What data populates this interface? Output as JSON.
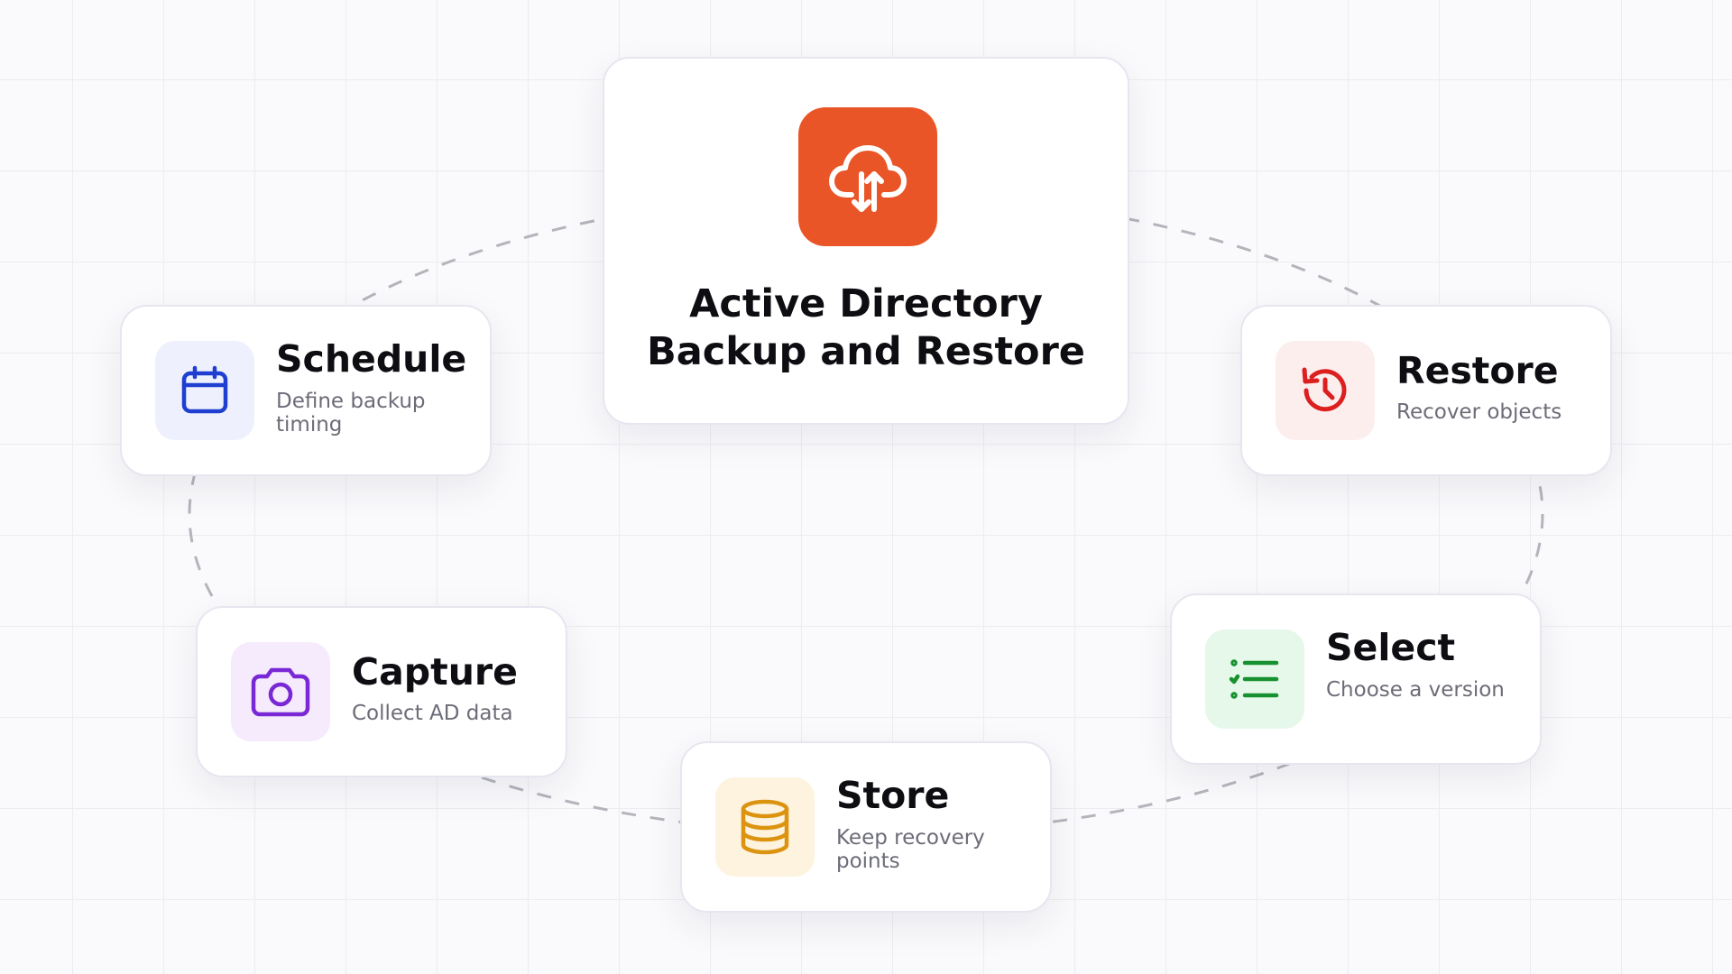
{
  "center": {
    "title": "Active Directory\nBackup and Restore",
    "icon": "cloud-sync-icon",
    "color": "#ea5527"
  },
  "steps": [
    {
      "id": "schedule",
      "title": "Schedule",
      "description": "Define backup timing",
      "icon": "calendar-icon",
      "accent": "#1f3fd1",
      "tile_color": "#eef1fd"
    },
    {
      "id": "restore",
      "title": "Restore",
      "description": "Recover objects",
      "icon": "history-icon",
      "accent": "#dc1f1f",
      "tile_color": "#fdeeee"
    },
    {
      "id": "select",
      "title": "Select",
      "description": "Choose a version",
      "icon": "checklist-icon",
      "accent": "#17912f",
      "tile_color": "#e6f8e9"
    },
    {
      "id": "store",
      "title": "Store",
      "description": "Keep recovery points",
      "icon": "database-icon",
      "accent": "#dc9410",
      "tile_color": "#fdf3df"
    },
    {
      "id": "capture",
      "title": "Capture",
      "description": "Collect AD data",
      "icon": "camera-icon",
      "accent": "#7a28d6",
      "tile_color": "#f5ebfd"
    }
  ],
  "ring_color": "#b4b4bc"
}
